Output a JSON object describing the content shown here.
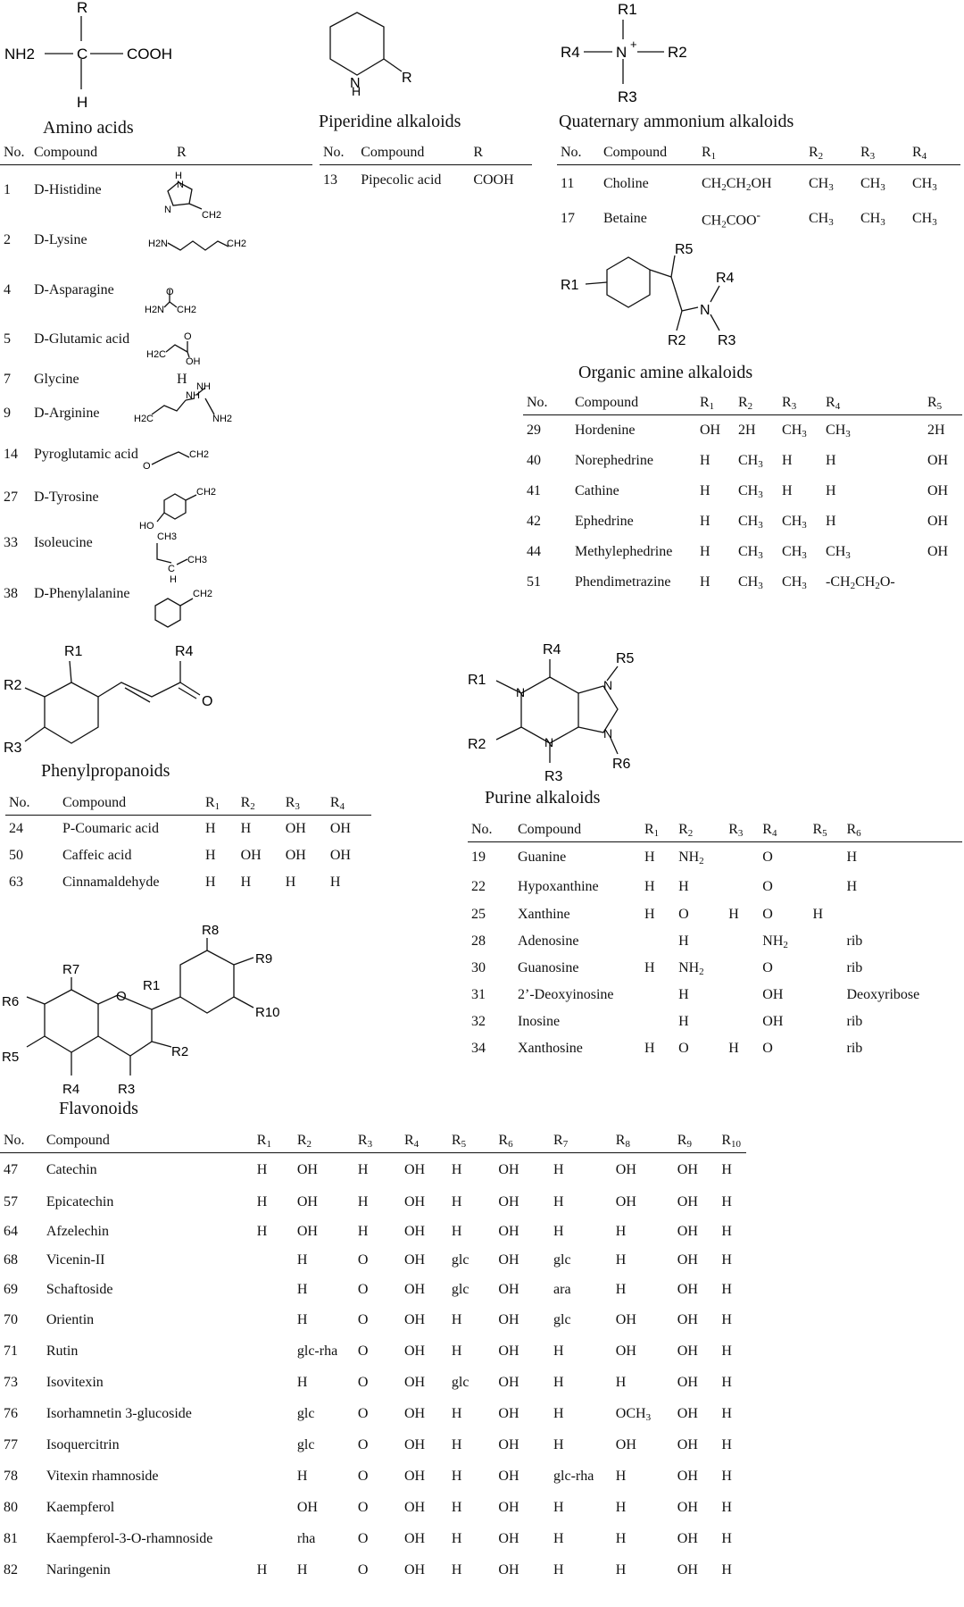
{
  "amino": {
    "title": "Amino acids",
    "headers": [
      "No.",
      "Compound",
      "R"
    ],
    "rows": [
      {
        "no": "1",
        "name": "D-Histidine"
      },
      {
        "no": "2",
        "name": "D-Lysine"
      },
      {
        "no": "4",
        "name": "D-Asparagine"
      },
      {
        "no": "5",
        "name": "D-Glutamic acid"
      },
      {
        "no": "7",
        "name": "Glycine",
        "r": "H"
      },
      {
        "no": "9",
        "name": "D-Arginine"
      },
      {
        "no": "14",
        "name": "Pyroglutamic acid"
      },
      {
        "no": "27",
        "name": "D-Tyrosine"
      },
      {
        "no": "33",
        "name": "Isoleucine"
      },
      {
        "no": "38",
        "name": "D-Phenylalanine"
      }
    ]
  },
  "piperidine": {
    "title": "Piperidine alkaloids",
    "headers": [
      "No.",
      "Compound",
      "R"
    ],
    "rows": [
      {
        "no": "13",
        "name": "Pipecolic acid",
        "r": "COOH"
      }
    ]
  },
  "quaternary": {
    "title": "Quaternary ammonium alkaloids",
    "headers": [
      "No.",
      "Compound",
      "R1",
      "R2",
      "R3",
      "R4"
    ],
    "rows": [
      {
        "no": "11",
        "name": "Choline",
        "r1": "CH2CH2OH",
        "r2": "CH3",
        "r3": "CH3",
        "r4": "CH3"
      },
      {
        "no": "17",
        "name": "Betaine",
        "r1": "CH2COO-",
        "r2": "CH3",
        "r3": "CH3",
        "r4": "CH3"
      }
    ]
  },
  "organic": {
    "title": "Organic amine alkaloids",
    "headers": [
      "No.",
      "Compound",
      "R1",
      "R2",
      "R3",
      "R4",
      "R5"
    ],
    "rows": [
      [
        "29",
        "Hordenine",
        "OH",
        "2H",
        "CH3",
        "CH3",
        "2H"
      ],
      [
        "40",
        "Norephedrine",
        "H",
        "CH3",
        "H",
        "H",
        "OH"
      ],
      [
        "41",
        "Cathine",
        "H",
        "CH3",
        "H",
        "H",
        "OH"
      ],
      [
        "42",
        "Ephedrine",
        "H",
        "CH3",
        "CH3",
        "H",
        "OH"
      ],
      [
        "44",
        "Methylephedrine",
        "H",
        "CH3",
        "CH3",
        "CH3",
        "OH"
      ],
      [
        "51",
        "Phendimetrazine",
        "H",
        "CH3",
        "CH3",
        "-CH2CH2O-",
        ""
      ]
    ]
  },
  "phenyl": {
    "title": "Phenylpropanoids",
    "headers": [
      "No.",
      "Compound",
      "R1",
      "R2",
      "R3",
      "R4"
    ],
    "rows": [
      [
        "24",
        "P-Coumaric acid",
        "H",
        "H",
        "OH",
        "OH"
      ],
      [
        "50",
        "Caffeic acid",
        "H",
        "OH",
        "OH",
        "OH"
      ],
      [
        "63",
        "Cinnamaldehyde",
        "H",
        "H",
        "H",
        "H"
      ]
    ]
  },
  "purine": {
    "title": "Purine alkaloids",
    "headers": [
      "No.",
      "Compound",
      "R1",
      "R2",
      "R3",
      "R4",
      "R5",
      "R6"
    ],
    "rows": [
      [
        "19",
        "Guanine",
        "H",
        "NH2",
        "",
        "O",
        "",
        "H"
      ],
      [
        "22",
        "Hypoxanthine",
        "H",
        "H",
        "",
        "O",
        "",
        "H"
      ],
      [
        "25",
        "Xanthine",
        "H",
        "O",
        "H",
        "O",
        "H",
        ""
      ],
      [
        "28",
        "Adenosine",
        "",
        "H",
        "",
        "NH2",
        "",
        "rib"
      ],
      [
        "30",
        "Guanosine",
        "H",
        "NH2",
        "",
        "O",
        "",
        "rib"
      ],
      [
        "31",
        "2’-Deoxyinosine",
        "",
        "H",
        "",
        "OH",
        "",
        "Deoxyribose"
      ],
      [
        "32",
        "Inosine",
        "",
        "H",
        "",
        "OH",
        "",
        "rib"
      ],
      [
        "34",
        "Xanthosine",
        "H",
        "O",
        "H",
        "O",
        "",
        "rib"
      ]
    ]
  },
  "flavonoids": {
    "title": "Flavonoids",
    "headers": [
      "No.",
      "Compound",
      "R1",
      "R2",
      "R3",
      "R4",
      "R5",
      "R6",
      "R7",
      "R8",
      "R9",
      "R10"
    ],
    "rows": [
      [
        "47",
        "Catechin",
        "H",
        "OH",
        "H",
        "OH",
        "H",
        "OH",
        "H",
        "OH",
        "OH",
        "H"
      ],
      [
        "57",
        "Epicatechin",
        "H",
        "OH",
        "H",
        "OH",
        "H",
        "OH",
        "H",
        "OH",
        "OH",
        "H"
      ],
      [
        "64",
        "Afzelechin",
        "H",
        "OH",
        "H",
        "OH",
        "H",
        "OH",
        "H",
        "H",
        "OH",
        "H"
      ],
      [
        "68",
        "Vicenin-II",
        "",
        "H",
        "O",
        "OH",
        "glc",
        "OH",
        "glc",
        "H",
        "OH",
        "H"
      ],
      [
        "69",
        "Schaftoside",
        "",
        "H",
        "O",
        "OH",
        "glc",
        "OH",
        "ara",
        "H",
        "OH",
        "H"
      ],
      [
        "70",
        "Orientin",
        "",
        "H",
        "O",
        "OH",
        "H",
        "OH",
        "glc",
        "OH",
        "OH",
        "H"
      ],
      [
        "71",
        "Rutin",
        "",
        "glc-rha",
        "O",
        "OH",
        "H",
        "OH",
        "H",
        "OH",
        "OH",
        "H"
      ],
      [
        "73",
        "Isovitexin",
        "",
        "H",
        "O",
        "OH",
        "glc",
        "OH",
        "H",
        "H",
        "OH",
        "H"
      ],
      [
        "76",
        "Isorhamnetin 3-glucoside",
        "",
        "glc",
        "O",
        "OH",
        "H",
        "OH",
        "H",
        "OCH3",
        "OH",
        "H"
      ],
      [
        "77",
        "Isoquercitrin",
        "",
        "glc",
        "O",
        "OH",
        "H",
        "OH",
        "H",
        "OH",
        "OH",
        "H"
      ],
      [
        "78",
        "Vitexin rhamnoside",
        "",
        "H",
        "O",
        "OH",
        "H",
        "OH",
        "glc-rha",
        "H",
        "OH",
        "H"
      ],
      [
        "80",
        "Kaempferol",
        "",
        "OH",
        "O",
        "OH",
        "H",
        "OH",
        "H",
        "H",
        "OH",
        "H"
      ],
      [
        "81",
        "Kaempferol-3-O-rhamnoside",
        "",
        "rha",
        "O",
        "OH",
        "H",
        "OH",
        "H",
        "H",
        "OH",
        "H"
      ],
      [
        "82",
        "Naringenin",
        "H",
        "H",
        "O",
        "OH",
        "H",
        "OH",
        "H",
        "H",
        "OH",
        "H"
      ]
    ]
  },
  "structures": {
    "amino_core": {
      "nh2": "NH2",
      "c": "C",
      "cooh": "COOH",
      "r": "R",
      "h": "H"
    },
    "piperidine_core": {
      "nh": "N",
      "h": "H",
      "r": "R"
    },
    "quat_core": {
      "n": "N",
      "plus": "+",
      "r1": "R1",
      "r2": "R2",
      "r3": "R3",
      "r4": "R4"
    },
    "organic_core": {
      "r1": "R1",
      "r2": "R2",
      "r3": "R3",
      "r4": "R4",
      "r5": "R5",
      "n": "N"
    },
    "phenyl_core": {
      "r1": "R1",
      "r2": "R2",
      "r3": "R3",
      "r4": "R4",
      "o": "O"
    },
    "purine_core": {
      "r1": "R1",
      "r2": "R2",
      "r3": "R3",
      "r4": "R4",
      "r5": "R5",
      "r6": "R6",
      "n": "N"
    },
    "flavonoid_core": {
      "r1": "R1",
      "r2": "R2",
      "r3": "R3",
      "r4": "R4",
      "r5": "R5",
      "r6": "R6",
      "r7": "R7",
      "r8": "R8",
      "r9": "R9",
      "r10": "R10",
      "o": "O"
    },
    "side_chains": {
      "his_nh": "H",
      "his_n2": "N",
      "n": "N",
      "ch2": "CH2",
      "h2n": "H2N",
      "o": "O",
      "h2c": "H2C",
      "oh": "OH",
      "nh": "NH",
      "nh2": "NH2",
      "ho": "HO",
      "ch3": "CH3",
      "c": "C",
      "h": "H"
    }
  }
}
